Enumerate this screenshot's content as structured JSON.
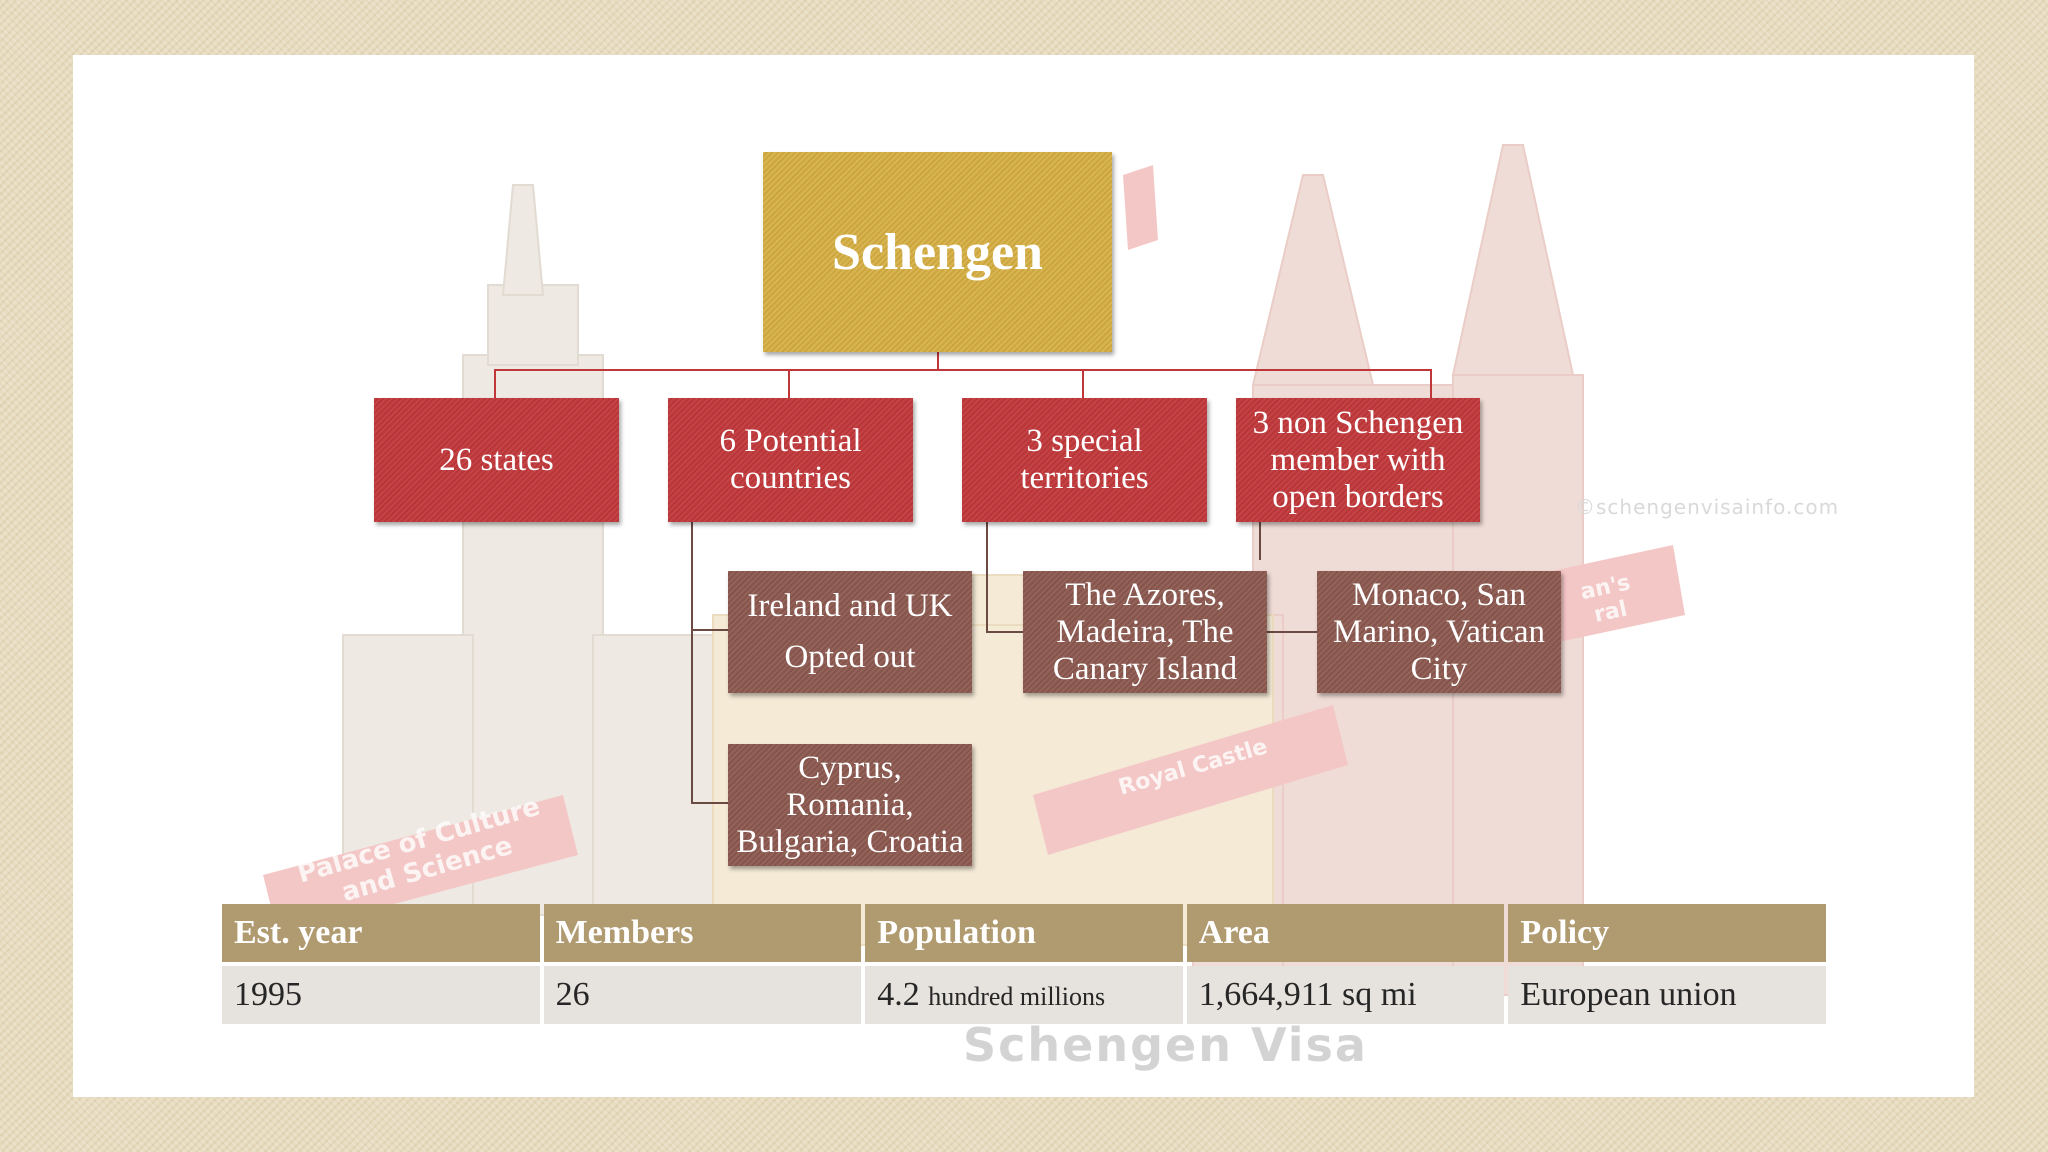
{
  "diagram": {
    "root": "Schengen",
    "branches": [
      {
        "label": "26  states"
      },
      {
        "label": "6 Potential\ncountries"
      },
      {
        "label": "3 special\nterritories"
      },
      {
        "label": "3 non Schengen\nmember with\nopen borders"
      }
    ],
    "sub_nodes": [
      {
        "label": "Ireland and UK",
        "sublabel": "Opted out"
      },
      {
        "label": "Cyprus,\nRomania,\nBulgaria, Croatia"
      },
      {
        "label": "The Azores,\nMadeira, The\nCanary Island"
      },
      {
        "label": "Monaco, San\nMarino, Vatican\nCity"
      }
    ]
  },
  "background_text": {
    "url": "©schengenvisainfo.com",
    "brand": "Schengen Visa",
    "sign_palace": "Palace of Culture\nand Science",
    "sign_castle": "Royal Castle",
    "sign_cathedral": "an's\nral"
  },
  "table": {
    "headers": [
      "Est. year",
      "Members",
      "Population",
      "Area",
      "Policy"
    ],
    "row": {
      "year": "1995",
      "members": "26",
      "population_value": "4.2",
      "population_unit": "hundred millions",
      "area": "1,664,911 sq mi",
      "policy": "European union"
    }
  },
  "colors": {
    "root": "#d4ad3f",
    "branch": "#c0373a",
    "sub_node": "#8c5950",
    "table_header": "#b09a6f",
    "table_cell": "#e6e3de"
  }
}
